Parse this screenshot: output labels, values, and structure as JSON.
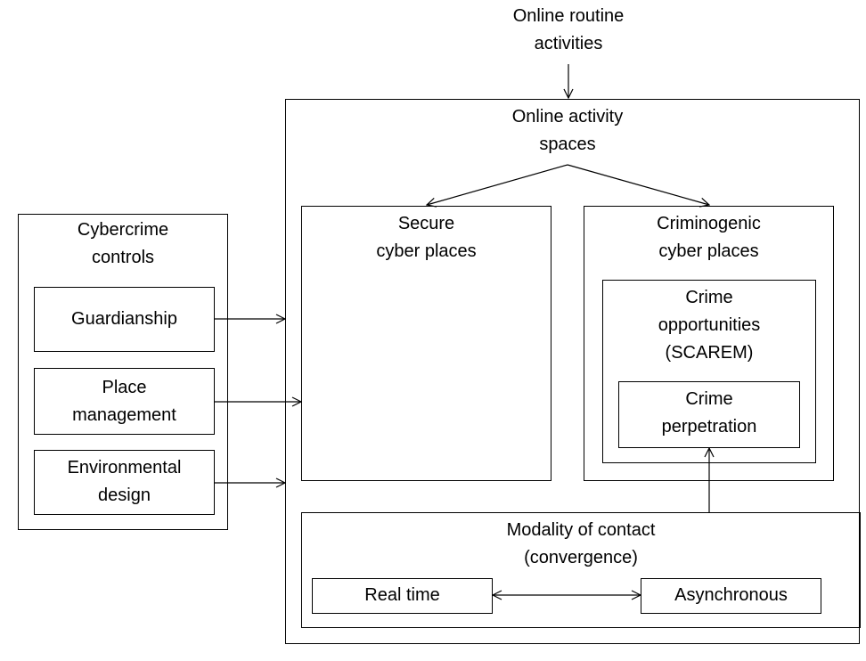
{
  "diagram": {
    "routine": [
      "Online routine",
      "activities"
    ],
    "activity_spaces": [
      "Online activity",
      "spaces"
    ],
    "secure": [
      "Secure",
      "cyber places"
    ],
    "criminogenic": [
      "Criminogenic",
      "cyber places"
    ],
    "opportunities": [
      "Crime",
      "opportunities",
      "(SCAREM)"
    ],
    "perpetration": [
      "Crime",
      "perpetration"
    ],
    "controls": {
      "title": [
        "Cybercrime",
        "controls"
      ],
      "guardianship": [
        "Guardianship"
      ],
      "place_management": [
        "Place",
        "management"
      ],
      "environmental_design": [
        "Environmental",
        "design"
      ]
    },
    "modality": [
      "Modality of contact",
      "(convergence)"
    ],
    "real_time": [
      "Real time"
    ],
    "asynchronous": [
      "Asynchronous"
    ]
  }
}
